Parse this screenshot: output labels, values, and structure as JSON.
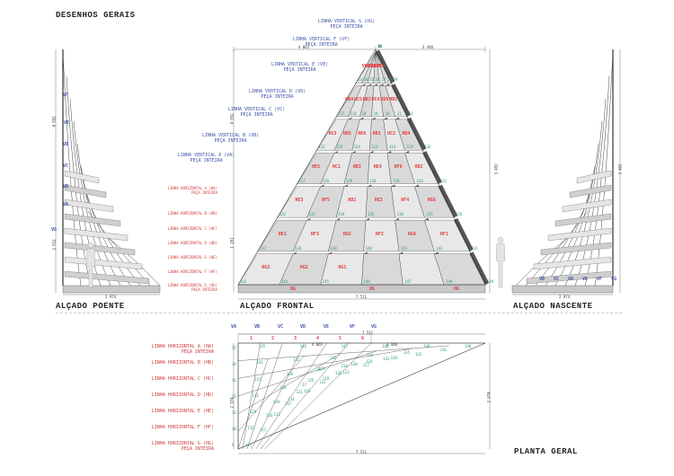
{
  "headers": {
    "title": "DESENHOS GERAIS",
    "west": "ALÇADO POENTE",
    "front": "ALÇADO FRONTAL",
    "east": "ALÇADO NASCENTE",
    "plan": "PLANTA GERAL"
  },
  "vertical_lines": [
    {
      "label": "LINHA VERTICAL A (VA)",
      "sub": "PEÇA INTEIRA"
    },
    {
      "label": "LINHA VERTICAL B (VB)",
      "sub": "PEÇA INTEIRA"
    },
    {
      "label": "LINHA VERTICAL C (VC)",
      "sub": "PEÇA INTEIRA"
    },
    {
      "label": "LINHA VERTICAL D (VD)",
      "sub": "PEÇA INTEIRA"
    },
    {
      "label": "LINHA VERTICAL E (VE)",
      "sub": "PEÇA INTEIRA"
    },
    {
      "label": "LINHA VERTICAL F (VF)",
      "sub": "PEÇA INTEIRA"
    },
    {
      "label": "LINHA VERTICAL G (VG)",
      "sub": "PEÇA INTEIRA"
    }
  ],
  "front_horizontal": [
    {
      "label": "LINHA HORIZONTAL A (HA)",
      "sub": "PEÇA INTEIRA"
    },
    {
      "label": "LINHA HORIZONTAL B (HB)",
      "sub": ""
    },
    {
      "label": "LINHA HORIZONTAL C (HC)",
      "sub": ""
    },
    {
      "label": "LINHA HORIZONTAL D (HD)",
      "sub": ""
    },
    {
      "label": "LINHA HORIZONTAL E (HE)",
      "sub": ""
    },
    {
      "label": "LINHA HORIZONTAL F (HF)",
      "sub": ""
    },
    {
      "label": "LINHA HORIZONTAL G (HG)",
      "sub": "PEÇA INTEIRA"
    }
  ],
  "plan_horizontal": [
    {
      "label": "LINHA HORIZONTAL A (HA)",
      "sub": "PEÇA INTEIRA"
    },
    {
      "label": "LINHA HORIZONTAL B (HB)",
      "sub": ""
    },
    {
      "label": "LINHA HORIZONTAL C (HC)",
      "sub": ""
    },
    {
      "label": "LINHA HORIZONTAL D (HD)",
      "sub": ""
    },
    {
      "label": "LINHA HORIZONTAL E (HE)",
      "sub": ""
    },
    {
      "label": "LINHA HORIZONTAL F (HF)",
      "sub": ""
    },
    {
      "label": "LINHA HORIZONTAL G (HG)",
      "sub": "PEÇA INTEIRA"
    }
  ],
  "plan_vertical_tags": [
    "VA",
    "VB",
    "VC",
    "VD",
    "VE",
    "VF",
    "VG"
  ],
  "plan_column_numbers": [
    "1",
    "2",
    "3",
    "4",
    "5",
    "6"
  ],
  "side_tags_west": [
    "VF",
    "VE",
    "VD",
    "VC",
    "VB",
    "VA",
    "VG"
  ],
  "side_tags_east": [
    "VB",
    "VC",
    "VD",
    "VE",
    "VF",
    "VG"
  ],
  "front_tags": [
    {
      "t": "VA",
      "c": "HA"
    },
    {
      "t": "HA"
    },
    {
      "t": "HB6"
    },
    {
      "t": "HB5"
    },
    {
      "t": "HC6"
    },
    {
      "t": "HB4"
    },
    {
      "t": "HC5"
    },
    {
      "t": "HB3"
    },
    {
      "t": "HC4"
    },
    {
      "t": "HD6"
    },
    {
      "t": "HB2"
    },
    {
      "t": "HC3"
    },
    {
      "t": "HD5"
    },
    {
      "t": "HE6"
    }
  ],
  "front_cells": [
    "VA",
    "HA",
    "HB6",
    "HA",
    "HB5",
    "HC6",
    "HB4",
    "HC5",
    "HB3",
    "HC4",
    "HD6",
    "HB2",
    "HC3",
    "HD5",
    "HE6",
    "HB1",
    "HC2",
    "HD4",
    "HE5",
    "HC1",
    "HD3",
    "HE4",
    "HF6",
    "HD2",
    "HE3",
    "HF5",
    "HD1",
    "HE2",
    "HF4",
    "HG6",
    "HE1",
    "HF3",
    "HG5",
    "HF2",
    "HG4",
    "HF1",
    "HG3",
    "HG2",
    "HG1"
  ],
  "front_bottom_tags": [
    "HG",
    "HG",
    "HG"
  ],
  "dims": {
    "front_top_left": "4 065",
    "front_top_right": "3 446",
    "front_bottom": "7 511",
    "front_height": "3 402",
    "front_height_left": "4 052",
    "front_height_small": "1 201",
    "west_width": "2 974",
    "west_height": "4 052",
    "west_low": "2 012",
    "east_width": "2 974",
    "east_height": "3 402",
    "plan_top_a": "4 065",
    "plan_top_b": "3 446",
    "plan_top_c": "7 511",
    "plan_bottom": "7 511",
    "plan_left": "2 974",
    "plan_right": "2 974"
  },
  "front_numbers": [
    "143",
    "144",
    "145",
    "146",
    "147",
    "148",
    "149",
    "137",
    "138",
    "139",
    "140",
    "141",
    "142",
    "131",
    "132",
    "133",
    "134",
    "135",
    "136",
    "125",
    "126",
    "127",
    "128",
    "129",
    "130",
    "119",
    "120",
    "121",
    "122",
    "123",
    "124",
    "113",
    "114",
    "115",
    "116",
    "117",
    "118",
    "18",
    "19",
    "20",
    "21",
    "22",
    "23",
    "24",
    "25",
    "26",
    "27",
    "28",
    "29",
    "30",
    "12",
    "13",
    "14",
    "15",
    "16",
    "17",
    "10",
    "11",
    "8",
    "9",
    "6",
    "7",
    "1",
    "2",
    "3",
    "4",
    "5"
  ],
  "plan_numbers": [
    "145",
    "146",
    "147",
    "148",
    "149",
    "140",
    "141",
    "142",
    "143",
    "144",
    "135",
    "136",
    "137",
    "138",
    "139",
    "130",
    "131",
    "132",
    "133",
    "134",
    "125",
    "126",
    "127",
    "128",
    "129",
    "120",
    "121",
    "122",
    "123",
    "124",
    "115",
    "116",
    "117",
    "118",
    "119",
    "110",
    "111",
    "112",
    "113",
    "114",
    "17",
    "16",
    "15",
    "14",
    "13",
    "12",
    "11",
    "10",
    "9",
    "8",
    "7",
    "6",
    "5",
    "4",
    "3",
    "2",
    "1"
  ]
}
